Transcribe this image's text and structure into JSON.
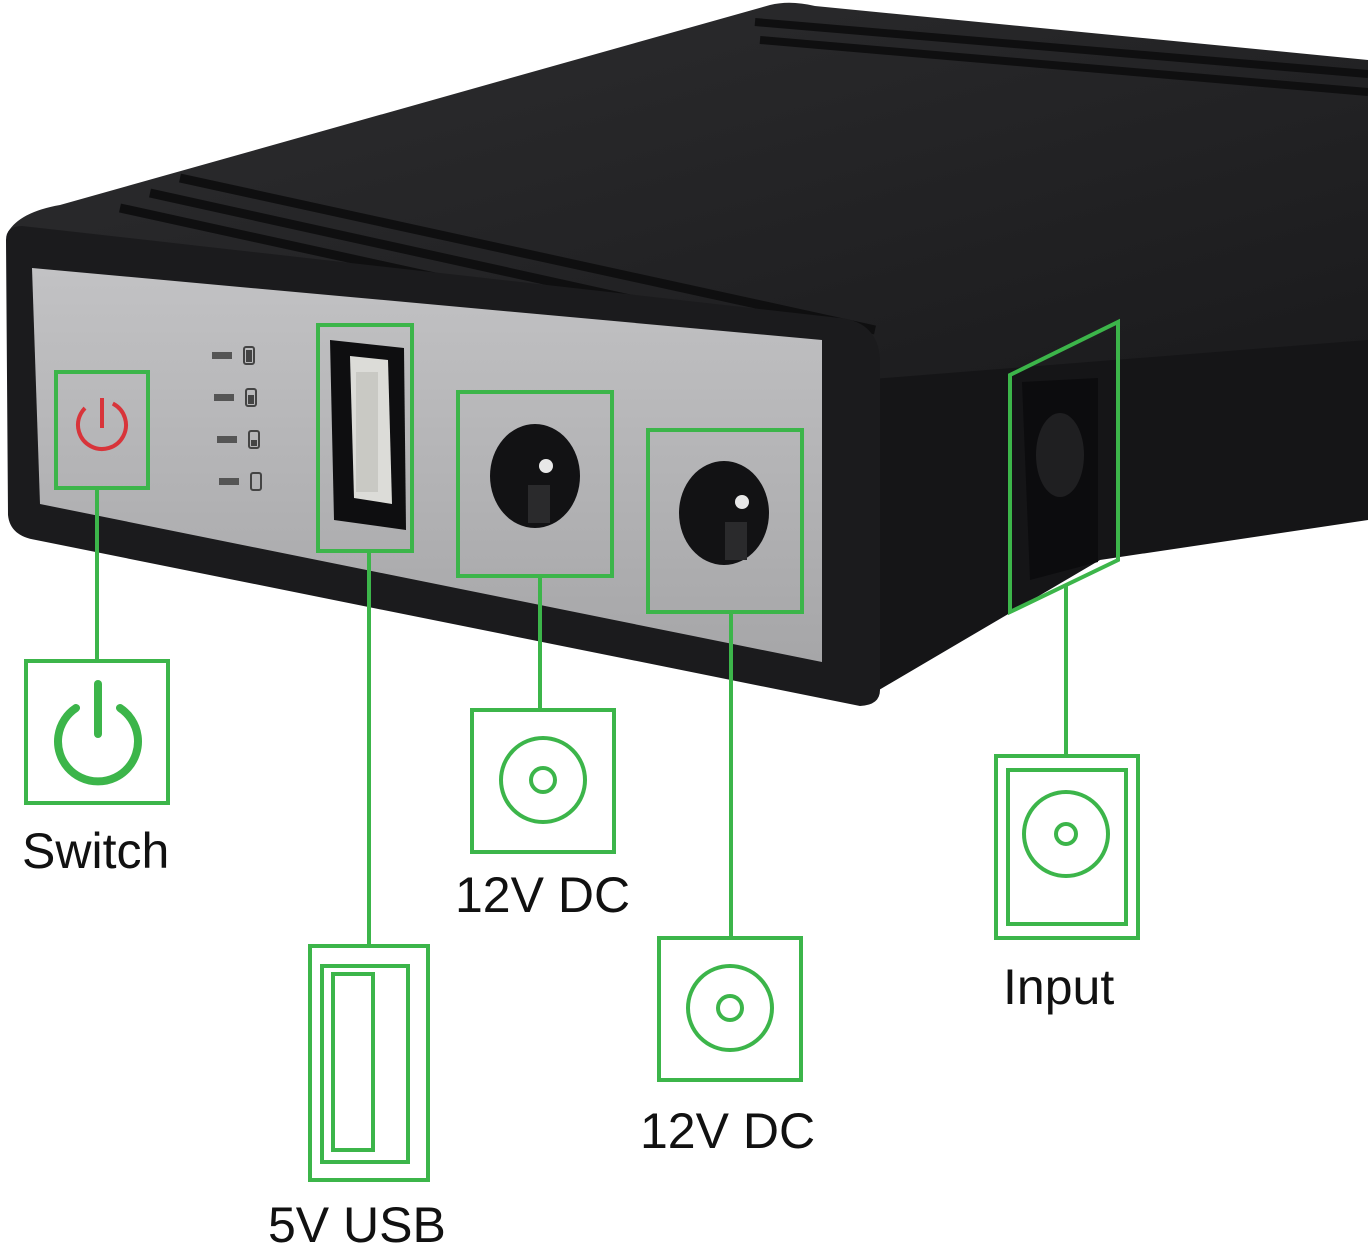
{
  "colors": {
    "callout": "#3cb54a",
    "housing": "#1d1d1f",
    "housing_top": "#262628",
    "faceplate": "#b4b4b6",
    "power_button_icon": "#d8343a"
  },
  "device": {
    "battery_indicator_count": 4,
    "icons": [
      "power-icon",
      "usb-port-icon",
      "dc-jack-icon",
      "battery-level-icon"
    ]
  },
  "callouts": [
    {
      "id": "switch",
      "label": "Switch",
      "icon": "power-icon"
    },
    {
      "id": "usb",
      "label": "5V USB",
      "icon": "usb-port-icon"
    },
    {
      "id": "dc1",
      "label": "12V DC",
      "icon": "dc-jack-icon"
    },
    {
      "id": "dc2",
      "label": "12V DC",
      "icon": "dc-jack-icon"
    },
    {
      "id": "input",
      "label": "Input",
      "icon": "dc-jack-icon"
    }
  ]
}
